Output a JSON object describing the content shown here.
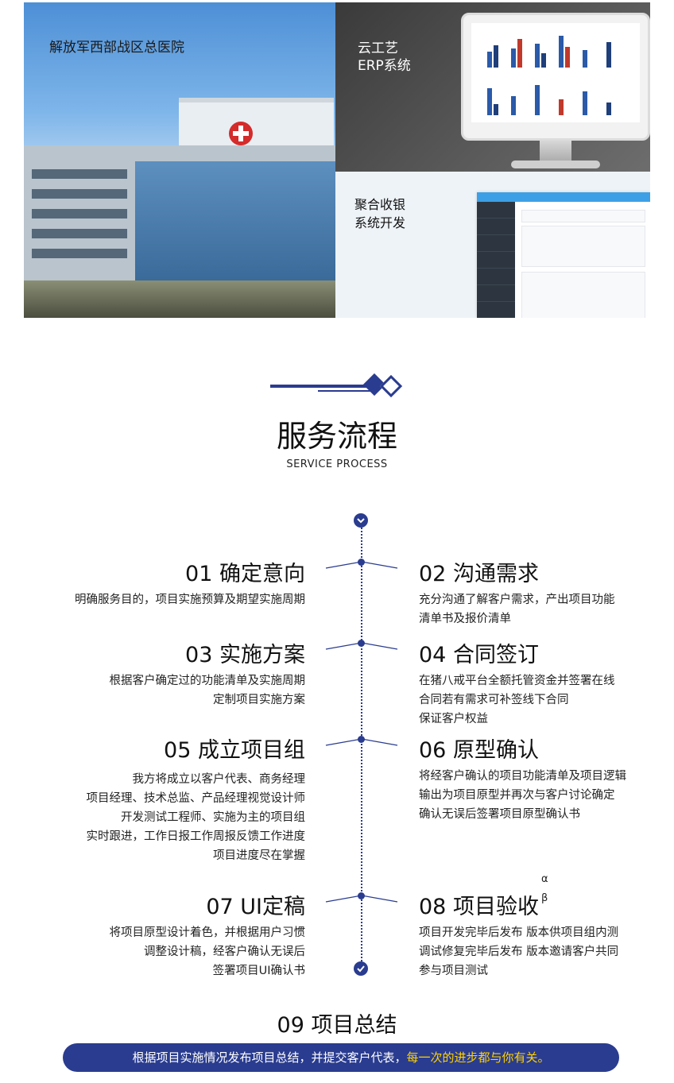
{
  "banner": {
    "hospital_title": "解放军西部战区总医院",
    "erp_title": "云工艺\nERP系统",
    "pay_title": "聚合收银\n系统开发"
  },
  "section": {
    "title": "服务流程",
    "subtitle": "SERVICE PROCESS"
  },
  "steps": [
    {
      "title": "01 确定意向",
      "desc": "明确服务目的，项目实施预算及期望实施周期"
    },
    {
      "title": "02 沟通需求",
      "desc": "充分沟通了解客户需求，产出项目功能\n清单书及报价清单"
    },
    {
      "title": "03 实施方案",
      "desc": "根据客户确定过的功能清单及实施周期\n定制项目实施方案"
    },
    {
      "title": "04 合同签订",
      "desc": "在猪八戒平台全额托管资金并签署在线\n合同若有需求可补签线下合同\n保证客户权益"
    },
    {
      "title": "05 成立项目组",
      "desc": "我方将成立以客户代表、商务经理\n项目经理、技术总监、产品经理视觉设计师\n开发测试工程师、实施为主的项目组\n实时跟进，工作日报工作周报反馈工作进度\n项目进度尽在掌握"
    },
    {
      "title": "06 原型确认",
      "desc": "将经客户确认的项目功能清单及项目逻辑\n输出为项目原型并再次与客户讨论确定\n确认无误后签署项目原型确认书"
    },
    {
      "title": "07 UI定稿",
      "desc": "将项目原型设计着色，并根据用户习惯\n调整设计稿，经客户确认无误后\n签署项目UI确认书"
    },
    {
      "title": "08 项目验收",
      "desc": "项目开发完毕后发布    版本供项目组内测\n调试修复完毕后发布    版本邀请客户共同\n参与项目测试"
    }
  ],
  "step8_greek": {
    "alpha": "α",
    "beta": "β"
  },
  "timeline_icons": {
    "top": "chevron-down-icon",
    "bottom": "check-icon"
  },
  "summary": {
    "title": "09 项目总结",
    "text": "根据项目实施情况发布项目总结，并提交客户代表，",
    "highlight": "每一次的进步都与你有关。"
  },
  "colors": {
    "primary": "#2a3c8f",
    "highlight": "#ffd200"
  }
}
